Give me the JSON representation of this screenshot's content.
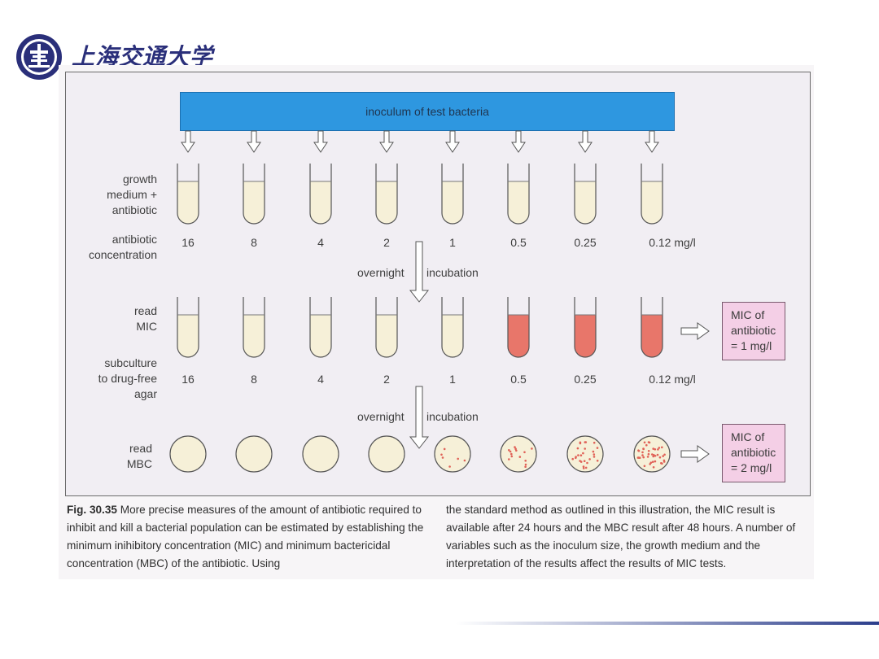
{
  "header": {
    "logo_text": "上海交通大学",
    "logo_icon": "sjtu-emblem-icon"
  },
  "figure": {
    "banner": "inoculum of test bacteria",
    "labels": {
      "growth_medium": [
        "growth",
        "medium +",
        "antibiotic"
      ],
      "antibiotic_concentration": [
        "antibiotic",
        "concentration"
      ],
      "read_mic": [
        "read",
        "MIC"
      ],
      "subculture": [
        "subculture",
        "to drug-free",
        "agar"
      ],
      "read_mbc": [
        "read",
        "MBC"
      ]
    },
    "concentrations": [
      "16",
      "8",
      "4",
      "2",
      "1",
      "0.5",
      "0.25",
      "0.12 mg/l"
    ],
    "incubation_left": "overnight",
    "incubation_right": "incubation",
    "mic_tube_turbid": [
      false,
      false,
      false,
      false,
      false,
      true,
      true,
      true
    ],
    "mbc_colony_density": [
      0,
      0,
      0,
      0,
      6,
      14,
      26,
      40
    ],
    "mic_result": [
      "MIC of",
      "antibiotic",
      "= 1 mg/l"
    ],
    "mbc_result": [
      "MIC of",
      "antibiotic",
      "= 2 mg/l"
    ],
    "colors": {
      "banner": "#2e97e0",
      "clear_medium": "#f6f0d8",
      "turbid_medium": "#e8766a",
      "colony": "#e06258",
      "result_box": "#f4cfe6"
    }
  },
  "caption": {
    "label": "Fig. 30.35",
    "left_text": "More precise measures of the amount of antibiotic required to inhibit and kill a bacterial population can be estimated by establishing the minimum inihibitory concentration (MIC) and minimum bactericidal concentration (MBC) of the antibiotic. Using",
    "right_text": "the standard method as outlined in this illustration, the MIC result is available after 24 hours and the MBC result after 48 hours. A number of variables such as the inoculum size, the growth medium and the interpretation of the results affect the results of MIC tests."
  }
}
